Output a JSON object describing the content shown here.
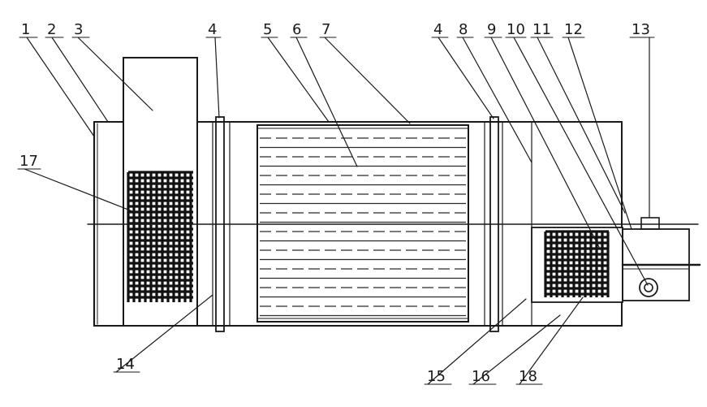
{
  "labels": {
    "l1": "1",
    "l2": "2",
    "l3": "3",
    "l4a": "4",
    "l5": "5",
    "l6": "6",
    "l7": "7",
    "l4b": "4",
    "l8": "8",
    "l9": "9",
    "l10": "10",
    "l11": "11",
    "l12": "12",
    "l13": "13",
    "l17": "17",
    "l14": "14",
    "l15": "15",
    "l16": "16",
    "l18": "18"
  }
}
